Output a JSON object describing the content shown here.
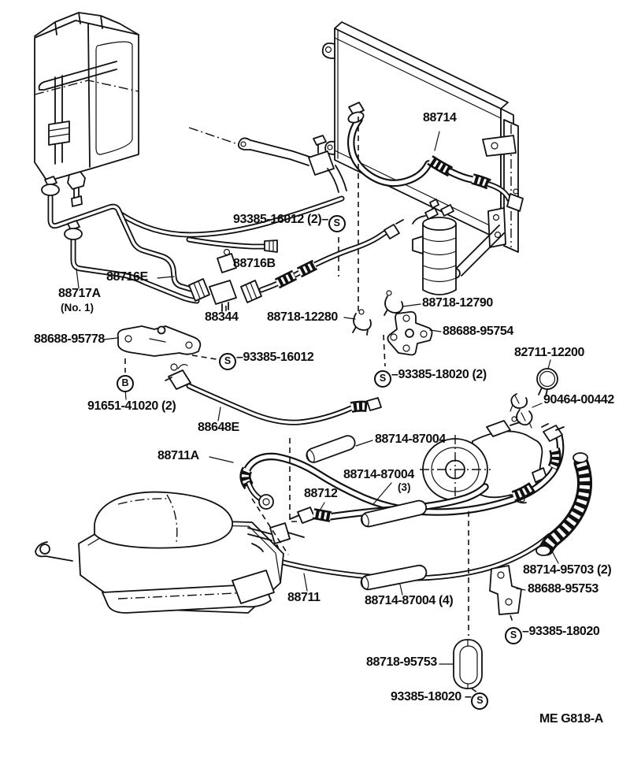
{
  "diagram": {
    "figure_code": "ME  G818-A",
    "parts": [
      {
        "text": "88714"
      },
      {
        "text": "93385-16012 (2)–",
        "screw": "S"
      },
      {
        "text": "88716B"
      },
      {
        "text": "88716E"
      },
      {
        "text": "88717A",
        "sub": "(No. 1)"
      },
      {
        "text": "88344"
      },
      {
        "text": "88718-12280"
      },
      {
        "text": "88718-12790"
      },
      {
        "text": "88688-95754"
      },
      {
        "text": "88688-95778"
      },
      {
        "text": "–93385-16012",
        "screw": "S"
      },
      {
        "text": "82711-12200"
      },
      {
        "text": "–93385-18020 (2)",
        "screw": "S"
      },
      {
        "text": "90464-00442"
      },
      {
        "text": "",
        "screw": "B"
      },
      {
        "text": "91651-41020 (2)"
      },
      {
        "text": "88648E"
      },
      {
        "text": "88714-87004"
      },
      {
        "text": "88711A"
      },
      {
        "text": "88714-87004",
        "sub": "(3)"
      },
      {
        "text": "88712"
      },
      {
        "text": "88714-95703 (2)"
      },
      {
        "text": "88688-95753"
      },
      {
        "text": "88711"
      },
      {
        "text": "88714-87004 (4)"
      },
      {
        "text": "–93385-18020",
        "screw": "S"
      },
      {
        "text": "88718-95753"
      },
      {
        "text": "93385-18020 –",
        "screw": "S"
      }
    ]
  }
}
